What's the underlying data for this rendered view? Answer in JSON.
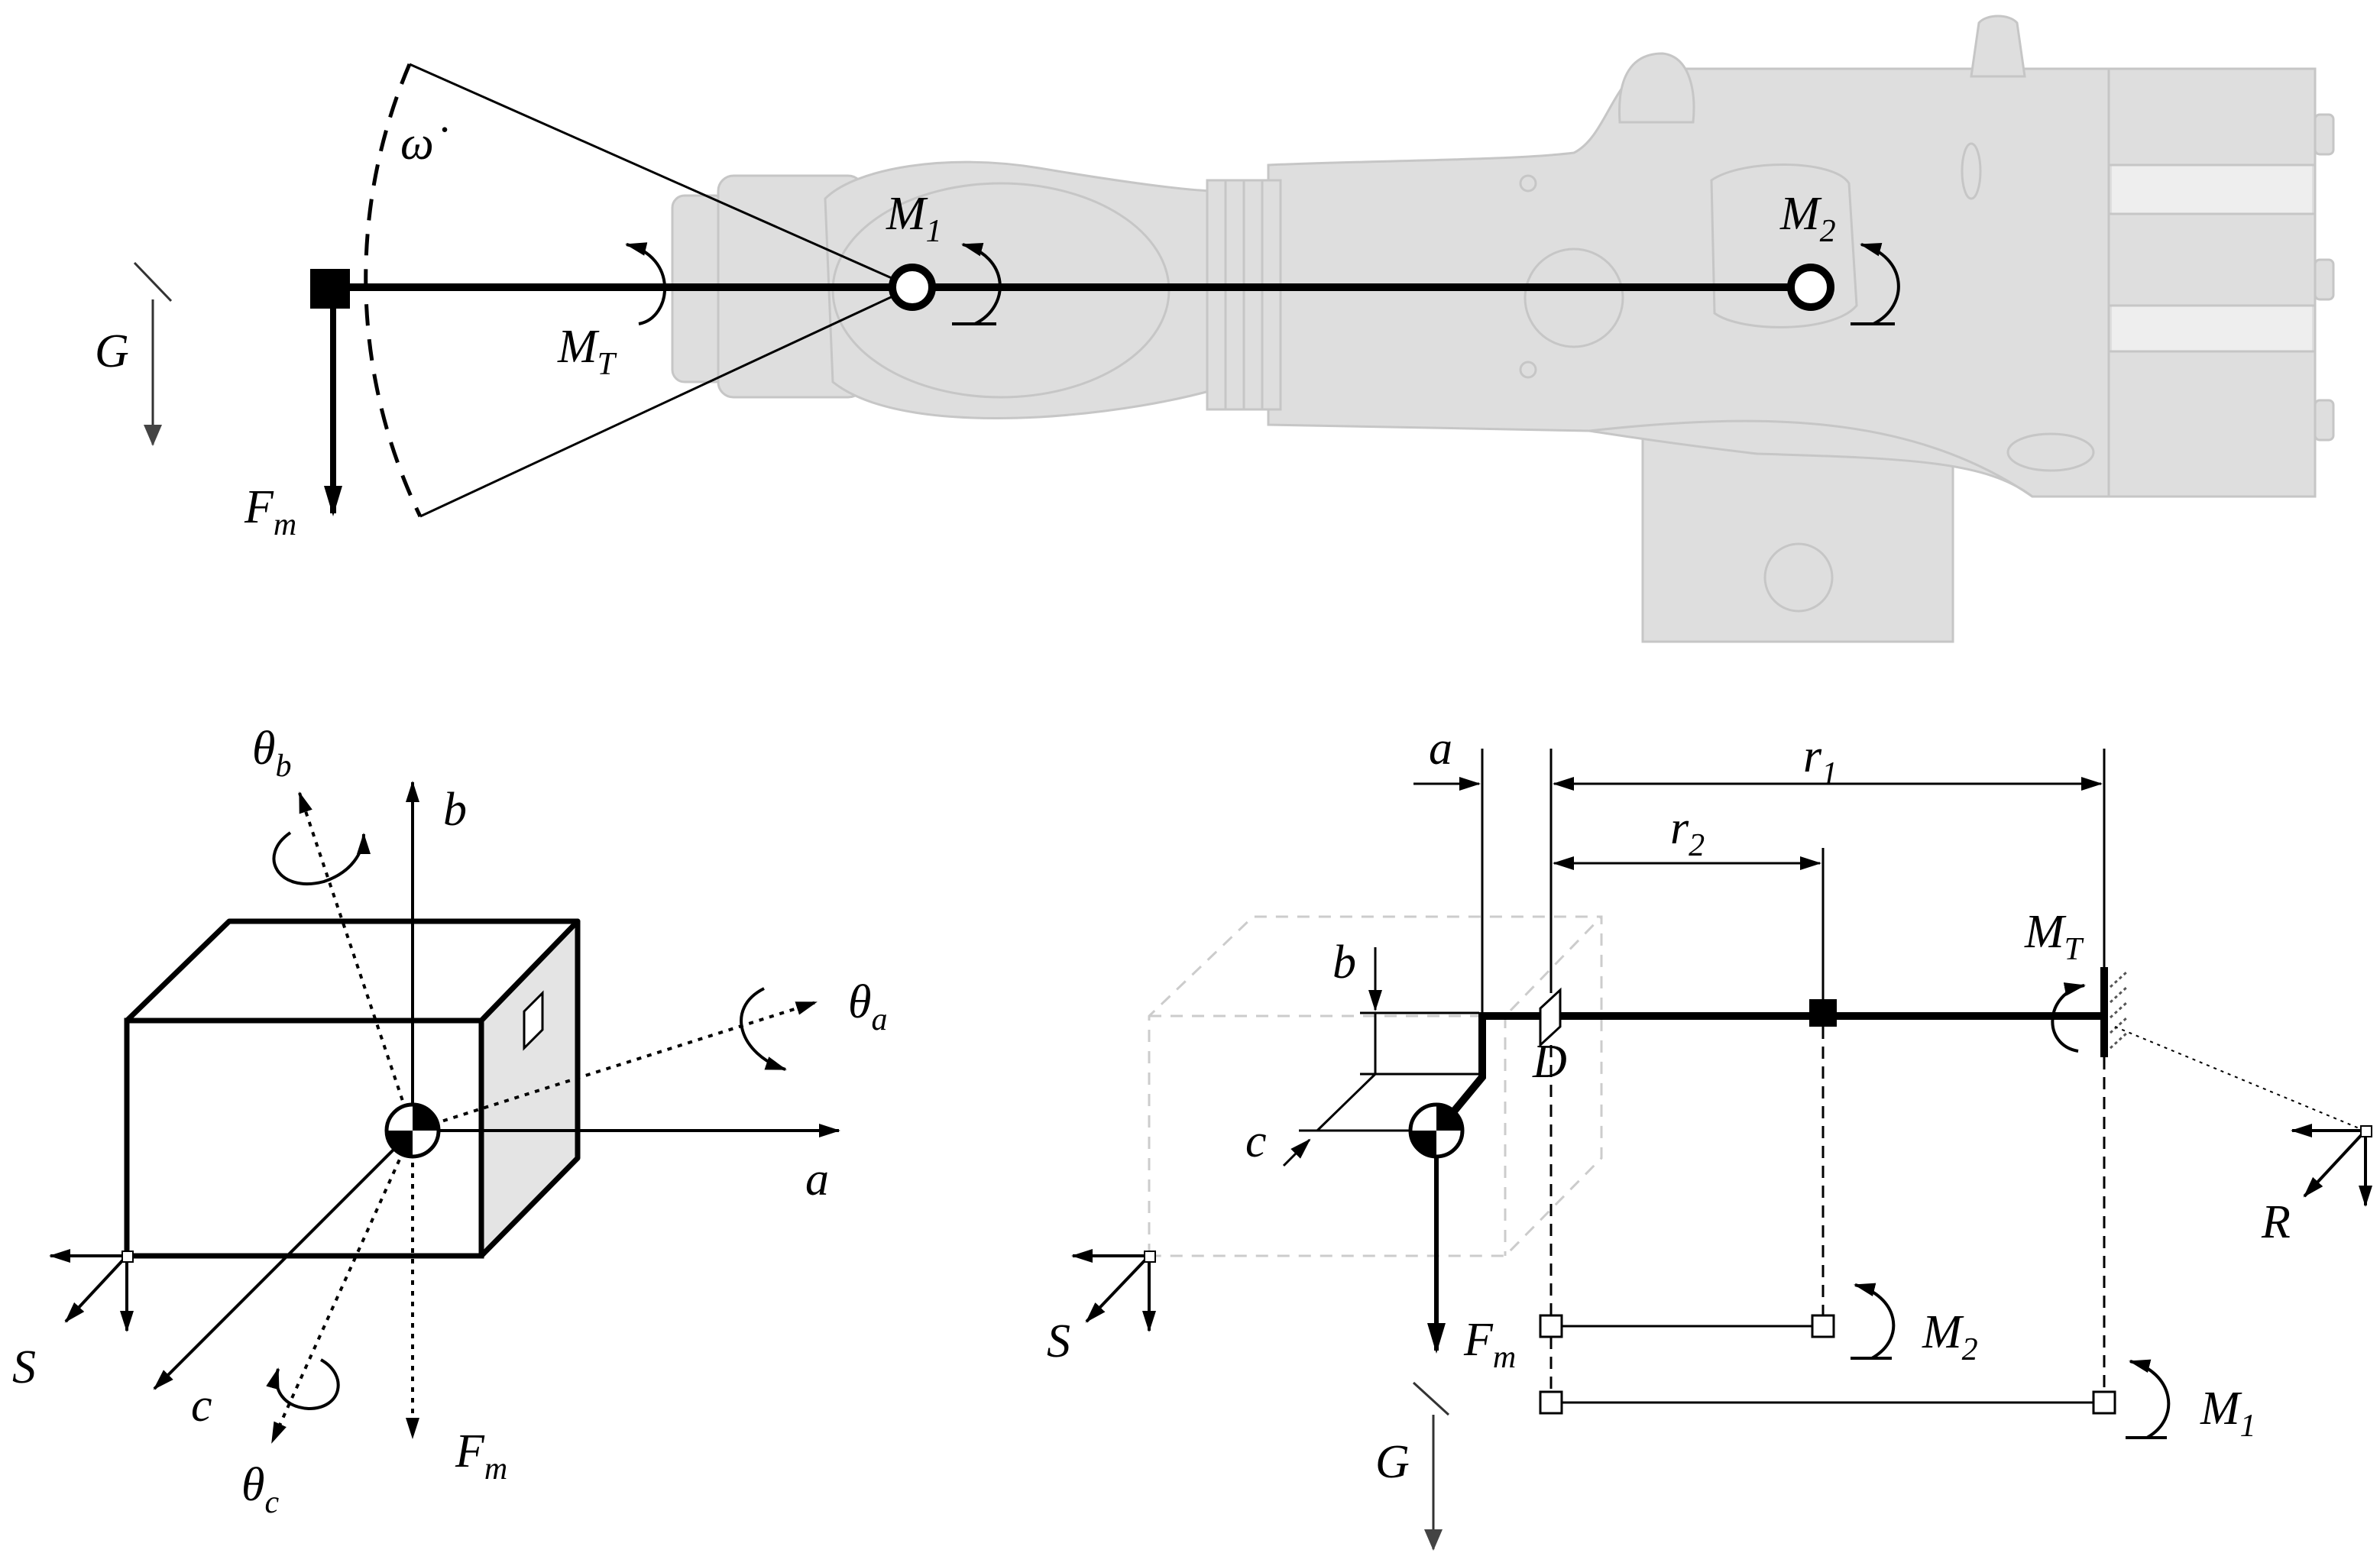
{
  "colors": {
    "ink": "#000000",
    "arm_fill": "#dedede",
    "arm_edge": "#c6c6c6",
    "face_fill": "#e4e4e4",
    "ghost_box": "#cccccc"
  },
  "top_panel": {
    "omega_dot": "ω̇",
    "M1": {
      "main": "M",
      "sub": "1"
    },
    "M2": {
      "main": "M",
      "sub": "2"
    },
    "MT": {
      "main": "M",
      "sub": "T"
    },
    "Fm": {
      "main": "F",
      "sub": "m"
    },
    "G": "G"
  },
  "bottom_left": {
    "theta_b": {
      "main": "θ",
      "sub": "b"
    },
    "b": "b",
    "theta_a": {
      "main": "θ",
      "sub": "a"
    },
    "a": "a",
    "c": "c",
    "theta_c": {
      "main": "θ",
      "sub": "c"
    },
    "Fm": {
      "main": "F",
      "sub": "m"
    },
    "S": "S"
  },
  "bottom_right": {
    "a": "a",
    "r1": {
      "main": "r",
      "sub": "1"
    },
    "r2": {
      "main": "r",
      "sub": "2"
    },
    "b": "b",
    "MT": {
      "main": "M",
      "sub": "T"
    },
    "D": "D",
    "c": "c",
    "Fm": {
      "main": "F",
      "sub": "m"
    },
    "M2": {
      "main": "M",
      "sub": "2"
    },
    "M1": {
      "main": "M",
      "sub": "1"
    },
    "G": "G",
    "S": "S",
    "R": "R"
  }
}
